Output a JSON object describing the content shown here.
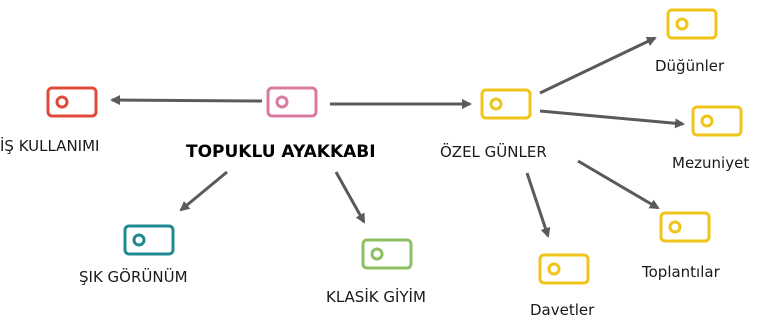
{
  "diagram": {
    "central": {
      "label": "TOPUKLU AYAKKABI",
      "color": "#d97aa0"
    },
    "nodes": [
      {
        "id": "is",
        "label": "İŞ KULLANIMI",
        "color": "#e04a3a"
      },
      {
        "id": "sik",
        "label": "ŞIK GÖRÜNÜM",
        "color": "#1f8a8f"
      },
      {
        "id": "klasik",
        "label": "KLASİK GİYİM",
        "color": "#8cc063"
      },
      {
        "id": "ozel",
        "label": "ÖZEL GÜNLER",
        "color": "#f0c419"
      },
      {
        "id": "dugun",
        "label": "Düğünler",
        "color": "#f0c419"
      },
      {
        "id": "mezun",
        "label": "Mezuniyet",
        "color": "#f0c419"
      },
      {
        "id": "toplanti",
        "label": "Toplantılar",
        "color": "#f0c419"
      },
      {
        "id": "davet",
        "label": "Davetler",
        "color": "#f0c419"
      }
    ],
    "arrow_color": "#5a5a5a"
  }
}
